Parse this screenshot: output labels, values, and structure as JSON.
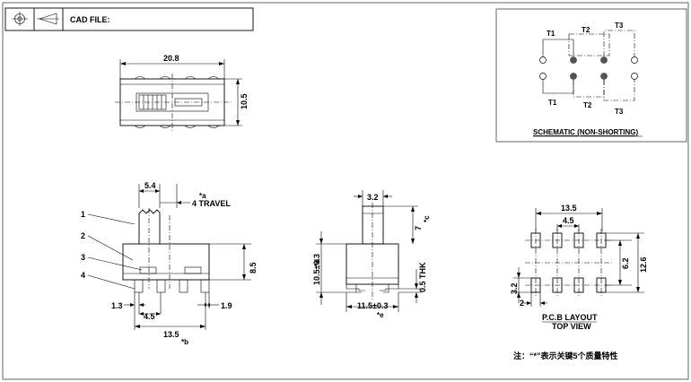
{
  "title_block": {
    "cad_label": "CAD FILE:"
  },
  "top_view": {
    "width_dim": "20.8",
    "height_dim": "10.5"
  },
  "side_view": {
    "dim_actuator": "5.4",
    "dim_travel": "4 TRAVEL",
    "travel_mark": "*a",
    "dim_height": "8.5",
    "dim_left": "1.3",
    "dim_pitch": "4.5",
    "dim_right": "1.9",
    "dim_span": "13.5",
    "span_mark": "*b",
    "callouts": [
      "1",
      "2",
      "3",
      "4"
    ]
  },
  "end_view": {
    "dim_knob": "3.2",
    "dim_knob_height": "7",
    "knob_mark": "*c",
    "dim_body": "10.5±0.3",
    "body_mark": "*d",
    "dim_thk": "0.5 THK",
    "dim_base": "11.5±0.3",
    "base_mark": "*e"
  },
  "schematic": {
    "t1_top": "T1",
    "t2_top": "T2",
    "t3_top": "T3",
    "t1_bottom": "T1",
    "t2_bottom": "T2",
    "t3_bottom": "T3",
    "caption": "SCHEMATIC (NON-SHORTING)"
  },
  "pcb": {
    "dim_width": "13.5",
    "dim_pitch": "4.5",
    "dim_row": "6.2",
    "dim_outer": "12.6",
    "dim_pad_h": "3.2",
    "dim_pad_w": "2",
    "caption1": "P.C.B LAYOUT",
    "caption2": "TOP VIEW"
  },
  "note": "注：“*”表示关键5个质量特性"
}
